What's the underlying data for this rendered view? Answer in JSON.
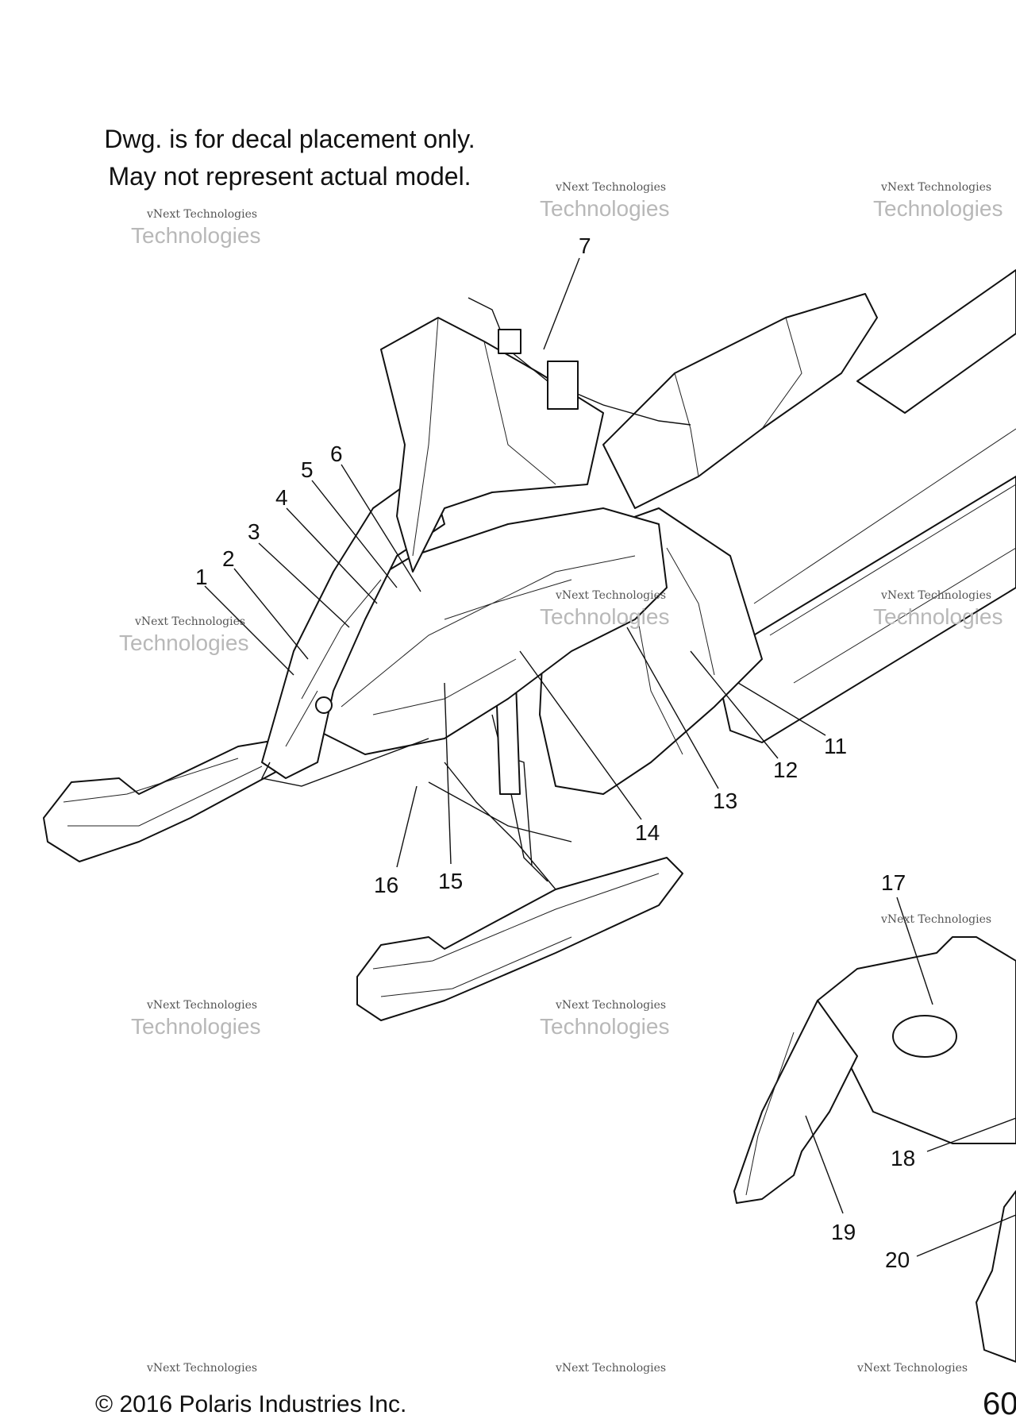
{
  "notes": {
    "line1": "Dwg. is for decal placement only.",
    "line2": "May not represent actual model."
  },
  "copyright": "© 2016 Polaris Industries Inc.",
  "page_number": "60",
  "watermark": {
    "line1": "vNext Technologies",
    "line2": "Technologies"
  },
  "callouts": {
    "c1": "1",
    "c2": "2",
    "c3": "3",
    "c4": "4",
    "c5": "5",
    "c6": "6",
    "c7": "7",
    "c11": "11",
    "c12": "12",
    "c13": "13",
    "c14": "14",
    "c15": "15",
    "c16": "16",
    "c17": "17",
    "c18": "18",
    "c19": "19",
    "c20": "20"
  }
}
